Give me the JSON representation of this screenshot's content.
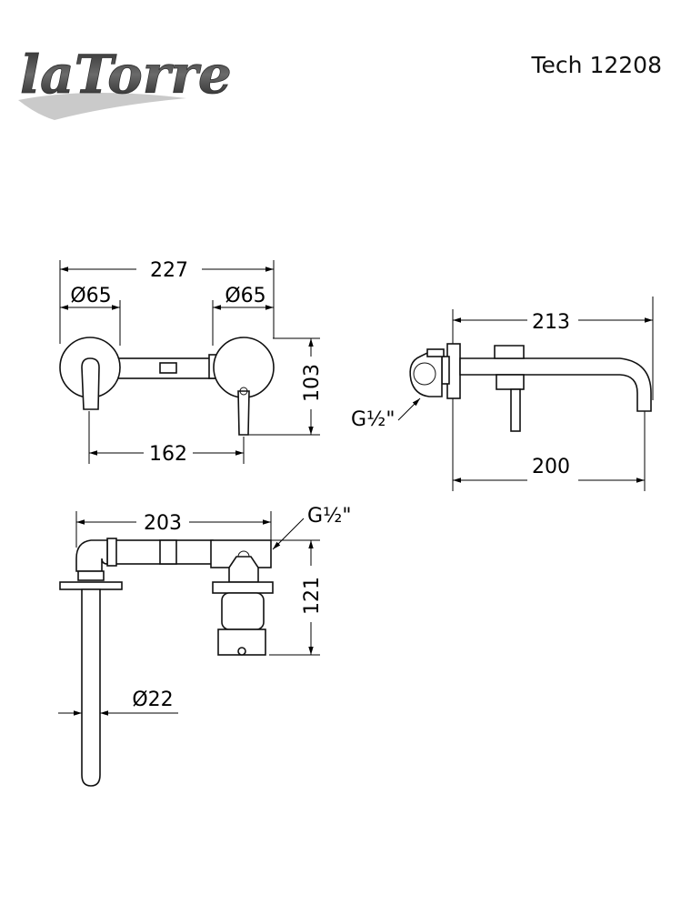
{
  "header": {
    "brand": "laTorre",
    "model_code": "Tech 12208"
  },
  "front_view": {
    "overall_width": "227",
    "left_diameter": "Ø65",
    "right_diameter": "Ø65",
    "height": "103",
    "centers": "162"
  },
  "side_view": {
    "depth_top": "213",
    "thread": "G½\"",
    "depth_bottom": "200"
  },
  "top_view": {
    "length": "203",
    "thread": "G½\"",
    "height": "121",
    "spout_diameter": "Ø22"
  }
}
